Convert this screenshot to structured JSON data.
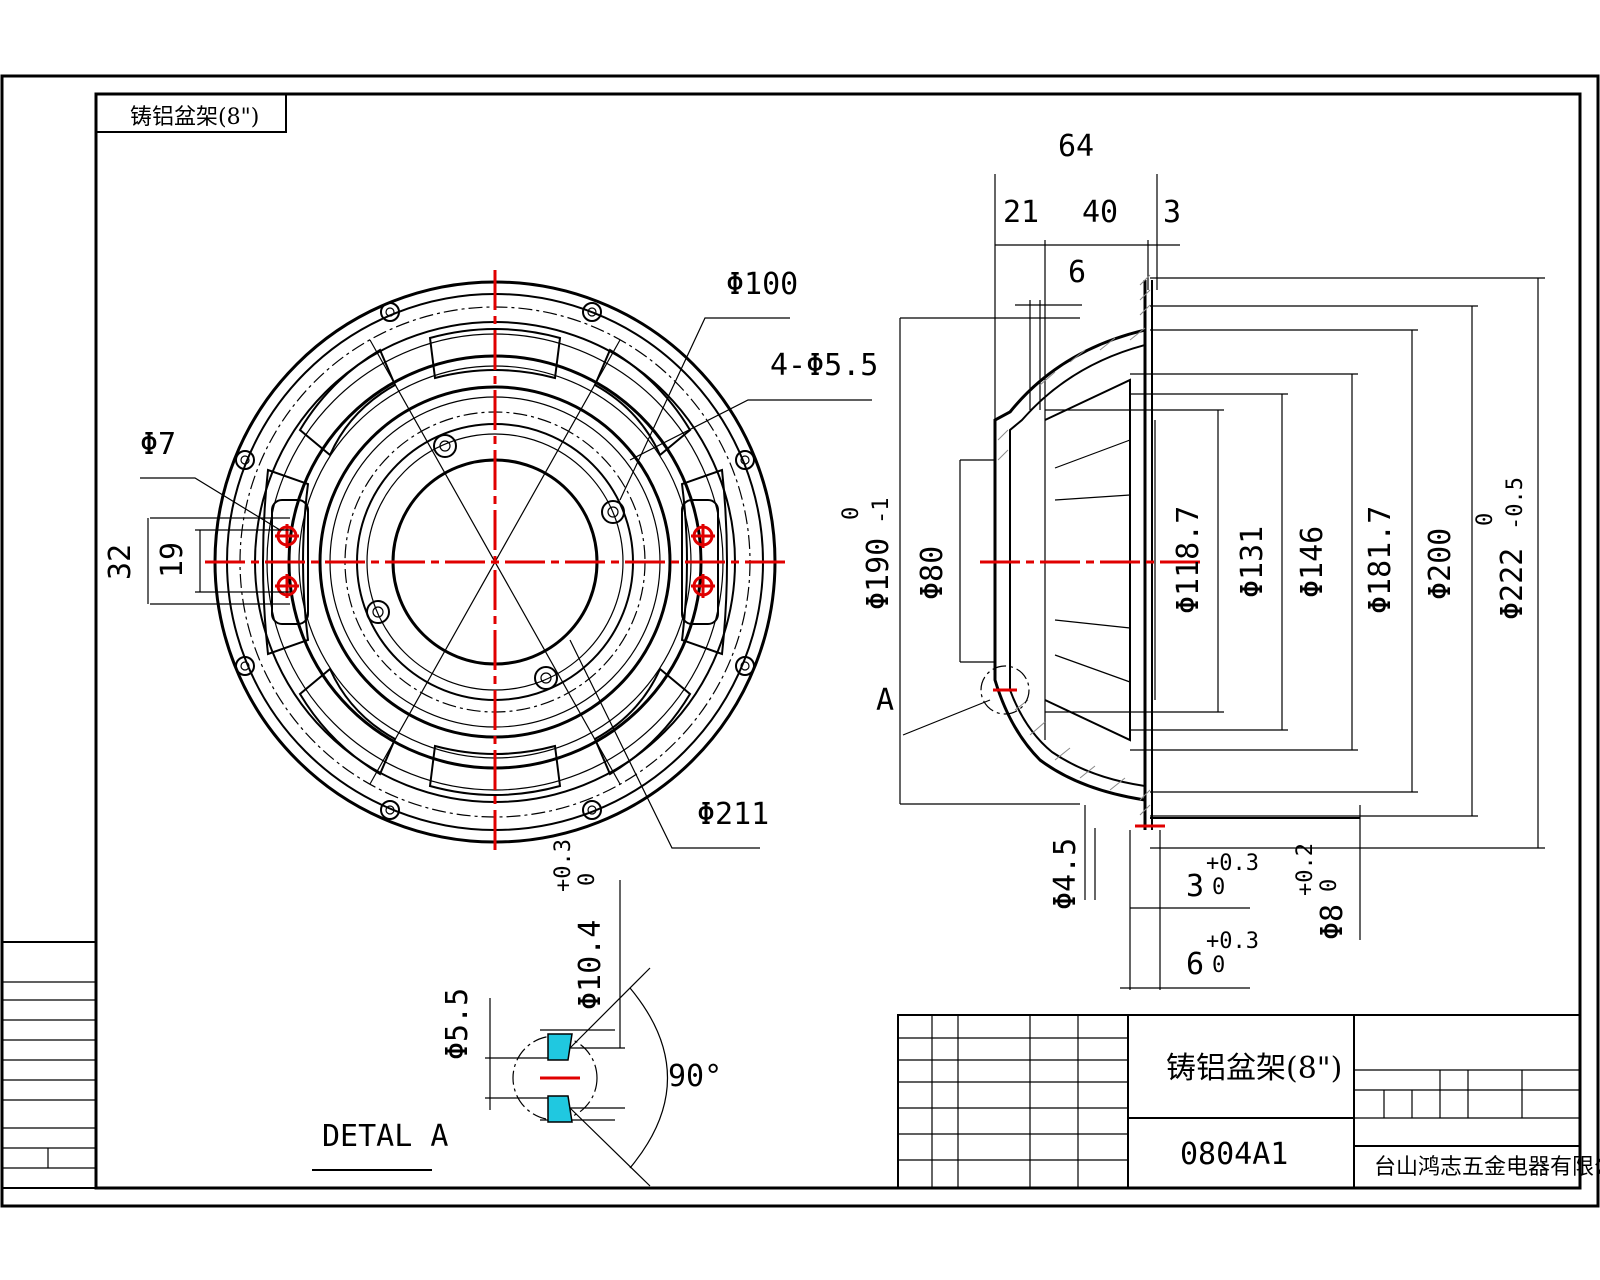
{
  "title_tag": "铸铝盆架(8\")",
  "front_view": {
    "dim_100": "Φ100",
    "dim_holes": "4-Φ5.5",
    "dim_7": "Φ7",
    "dim_32": "32",
    "dim_19": "19",
    "dim_211": "Φ211"
  },
  "side_view": {
    "dim_64": "64",
    "dim_21": "21",
    "dim_40": "40",
    "dim_3": "3",
    "dim_6": "6",
    "dim_190": "Φ190",
    "dim_190_tol_up": "0",
    "dim_190_tol_low": "-1",
    "dim_80": "Φ80",
    "dim_118": "Φ118.7",
    "dim_131": "Φ131",
    "dim_146": "Φ146",
    "dim_181": "Φ181.7",
    "dim_200": "Φ200",
    "dim_222": "Φ222",
    "dim_222_tol_up": "0",
    "dim_222_tol_low": "-0.5",
    "label_a": "A",
    "dim_4_5": "Φ4.5",
    "dim_3_tol": "3",
    "dim_3_tol_up": "+0.3",
    "dim_3_tol_low": "0",
    "dim_8": "Φ8",
    "dim_8_tol_up": "+0.2",
    "dim_8_tol_low": "0",
    "dim_6_tol": "6",
    "dim_6_tol_up": "+0.3",
    "dim_6_tol_low": "0"
  },
  "detail": {
    "title": "DETAL A",
    "dim_5_5": "Φ5.5",
    "dim_10_4": "Φ10.4",
    "dim_10_4_tol_up": "+0.3",
    "dim_10_4_tol_low": "0",
    "angle": "90°"
  },
  "title_block": {
    "part_name": "铸铝盆架(8\")",
    "part_number": "0804A1",
    "company": "台山鸿志五金电器有限公司"
  },
  "colors": {
    "center_line": "#e00000",
    "detail_fill": "#20c8e0",
    "line": "#000000"
  }
}
